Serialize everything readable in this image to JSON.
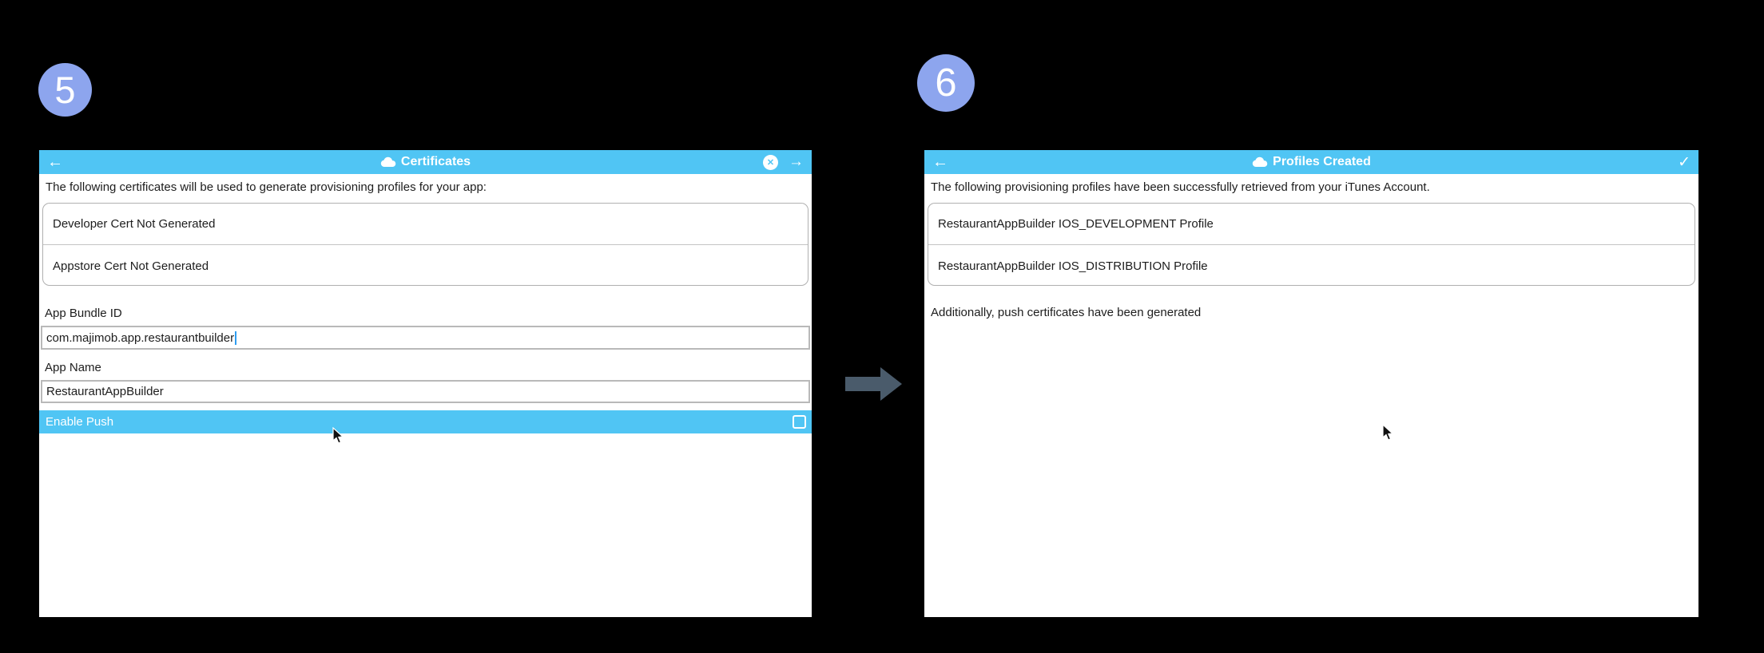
{
  "page": {
    "background": "#000000"
  },
  "colors": {
    "titlebar_blue": "#50c5f4",
    "step_circle": "#8da5ee",
    "flow_arrow": "#4a5b6b",
    "caret_blue": "#2e9df0"
  },
  "icons": {
    "back": "←",
    "forward": "→",
    "close": "✕",
    "check": "✓",
    "cloud": "cloud-icon"
  },
  "steps": {
    "left_badge": "5",
    "right_badge": "6"
  },
  "left_panel": {
    "header": {
      "title": "Certificates"
    },
    "instruction": "The following certificates will be used to generate provisioning profiles for your app:",
    "cert_list": [
      "Developer Cert Not Generated",
      "Appstore Cert Not Generated"
    ],
    "fields": [
      {
        "label": "App Bundle ID",
        "value": "com.majimob.app.restaurantbuilder"
      },
      {
        "label": "App Name",
        "value": "RestaurantAppBuilder"
      }
    ],
    "enable_push": {
      "label": "Enable Push",
      "checked": false
    }
  },
  "right_panel": {
    "header": {
      "title": "Profiles Created"
    },
    "instruction": "The following provisioning profiles have been successfully retrieved from your iTunes Account.",
    "profiles": [
      "RestaurantAppBuilder IOS_DEVELOPMENT Profile",
      "RestaurantAppBuilder IOS_DISTRIBUTION Profile"
    ],
    "note": "Additionally, push certificates have been generated"
  }
}
